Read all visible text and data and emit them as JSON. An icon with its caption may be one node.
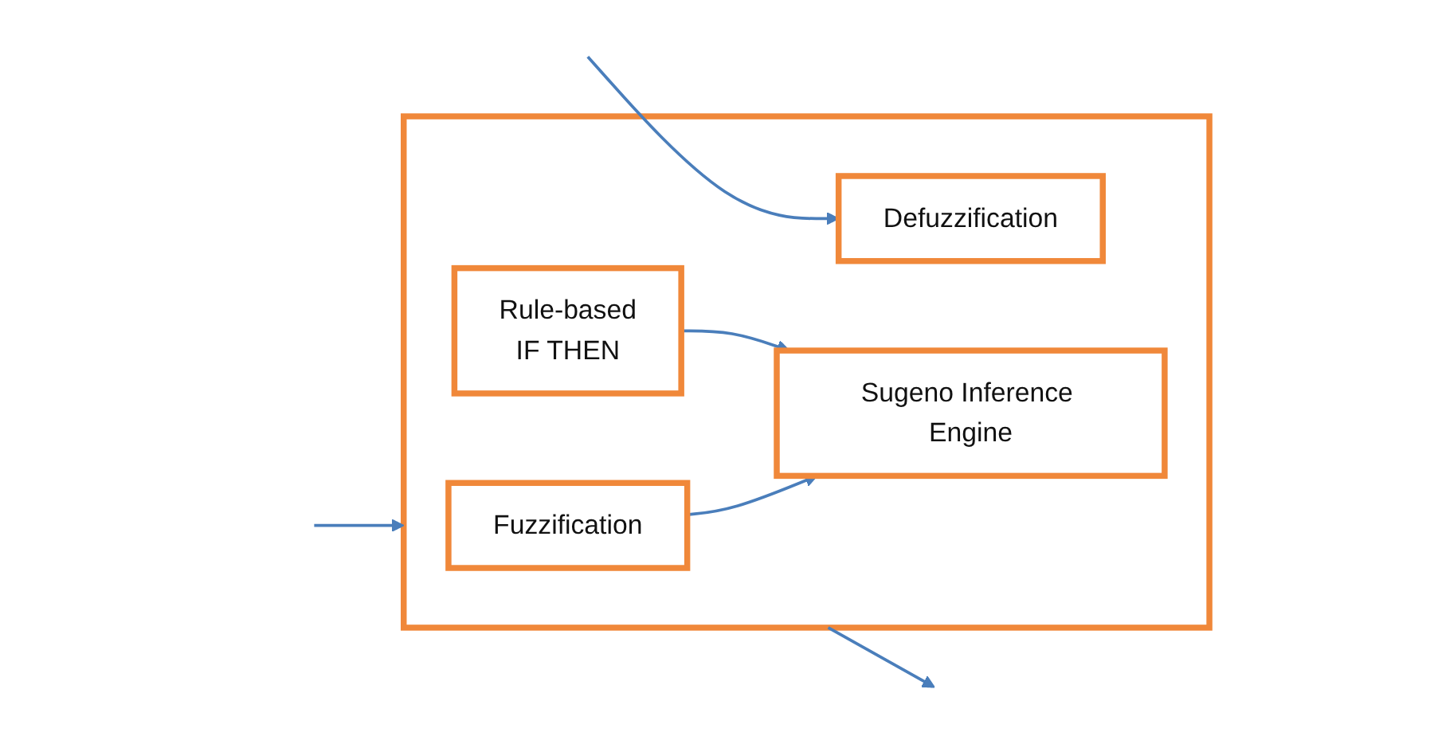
{
  "diagram": {
    "nodes": [
      {
        "text": [],
        "shape": "box"
      },
      {
        "text": [
          "Fuzzification"
        ],
        "in": 0
      },
      {
        "text": [
          "Rule-based",
          "IF THEN"
        ],
        "in": 0
      },
      {
        "text": [
          "Defuzzification"
        ],
        "in": 0
      },
      {
        "text": [
          "Sugeno Inference Engine"
        ],
        "in": 0
      }
    ],
    "edges": [
      {
        "from": null,
        "to": 0,
        "arrow": "to"
      },
      {
        "from": 0,
        "to": null,
        "arrow": "to"
      },
      {
        "from": 1,
        "to": 4,
        "arrow": "to"
      },
      {
        "from": 2,
        "to": 4,
        "arrow": "to"
      },
      {
        "from": null,
        "to": 3,
        "arrow": "to"
      }
    ]
  }
}
